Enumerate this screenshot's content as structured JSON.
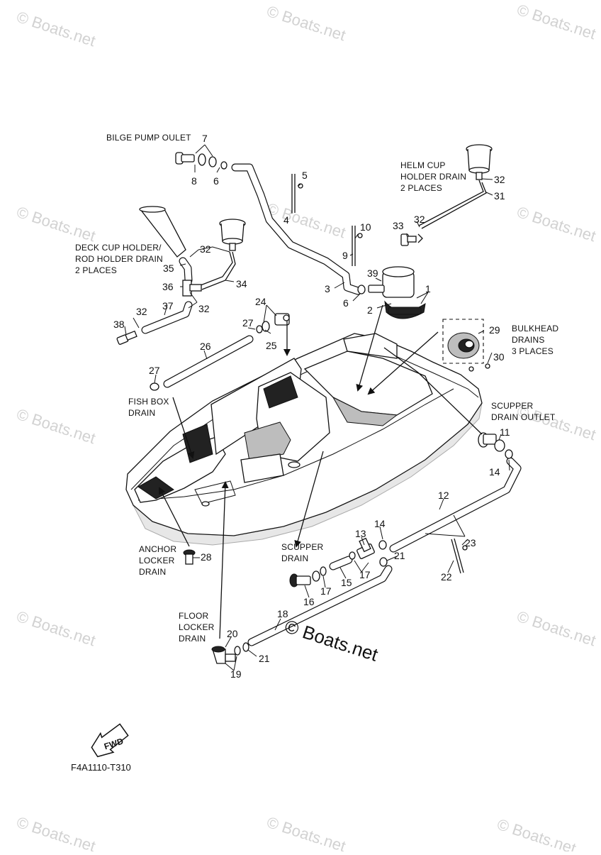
{
  "diagram": {
    "code": "F4A1110-T310",
    "fwd_label": "FWD",
    "watermark": "© Boats.net",
    "labels": {
      "bilge_pump_outlet": "BILGE PUMP OULET",
      "helm_cup_1": "HELM CUP",
      "helm_cup_2": "HOLDER DRAIN",
      "helm_cup_3": "2 PLACES",
      "deck_cup_1": "DECK CUP HOLDER/",
      "deck_cup_2": "ROD HOLDER DRAIN",
      "deck_cup_3": "2 PLACES",
      "bulkhead_1": "BULKHEAD",
      "bulkhead_2": "DRAINS",
      "bulkhead_3": "3 PLACES",
      "fish_box_1": "FISH BOX",
      "fish_box_2": "DRAIN",
      "scupper_outlet_1": "SCUPPER",
      "scupper_outlet_2": "DRAIN OUTLET",
      "anchor_1": "ANCHOR",
      "anchor_2": "LOCKER",
      "anchor_3": "DRAIN",
      "scupper_1": "SCUPPER",
      "scupper_2": "DRAIN",
      "floor_1": "FLOOR",
      "floor_2": "LOCKER",
      "floor_3": "DRAIN"
    },
    "callouts": {
      "n7": "7",
      "n8": "8",
      "n6a": "6",
      "n5": "5",
      "n4": "4",
      "n32a": "32",
      "n31": "31",
      "n33": "33",
      "n32b": "32",
      "n10": "10",
      "n9": "9",
      "n39": "39",
      "n3": "3",
      "n6b": "6",
      "n1": "1",
      "n2": "2",
      "n32c": "32",
      "n35": "35",
      "n36": "36",
      "n34": "34",
      "n32d": "32",
      "n37": "37",
      "n32e": "32",
      "n38": "38",
      "n24": "24",
      "n27a": "27",
      "n25": "25",
      "n26": "26",
      "n27b": "27",
      "n29": "29",
      "n30": "30",
      "n11": "11",
      "n14a": "14",
      "n12": "12",
      "n13": "13",
      "n14b": "14",
      "n21a": "21",
      "n23": "23",
      "n22": "22",
      "n17a": "17",
      "n17b": "17",
      "n15": "15",
      "n16": "16",
      "n28": "28",
      "n18": "18",
      "n20": "20",
      "n21b": "21",
      "n19": "19"
    }
  }
}
